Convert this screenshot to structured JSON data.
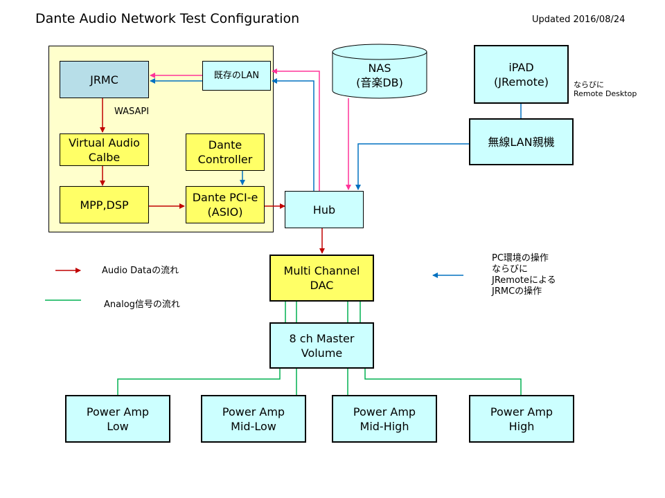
{
  "title": "Dante Audio Network Test Configuration",
  "updated": "Updated 2016/08/24",
  "nodes": {
    "jrmc": "JRMC",
    "lan": "既存のLAN",
    "virtual_audio": "Virtual Audio\nCalbe",
    "dante_controller": "Dante\nController",
    "mpp_dsp": "MPP,DSP",
    "dante_pcie": "Dante PCI-e\n(ASIO)",
    "nas": "NAS\n(音楽DB)",
    "ipad": "iPAD\n(JRemote)",
    "wireless": "無線LAN親機",
    "hub": "Hub",
    "dac": "Multi Channel\nDAC",
    "master_volume": "8 ch Master\nVolume",
    "amp_low": "Power Amp\nLow",
    "amp_mid_low": "Power Amp\nMid-Low",
    "amp_mid_high": "Power Amp\nMid-High",
    "amp_high": "Power Amp\nHigh"
  },
  "labels": {
    "wasapi": "WASAPI",
    "ipad_note": "ならびに\nRemote Desktop",
    "legend_audio": "Audio Dataの流れ",
    "legend_analog": "Analog信号の流れ",
    "legend_control": "PC環境の操作\nならびに\nJRemoteによる\nJRMCの操作"
  },
  "colors": {
    "audio": "#C00000",
    "control": "#0070C0",
    "lan": "#FF3399",
    "analog": "#00B050",
    "yellow_box": "#FFFF66",
    "cyan_box": "#CCFFFF",
    "pc_area": "#FFFFCC"
  }
}
